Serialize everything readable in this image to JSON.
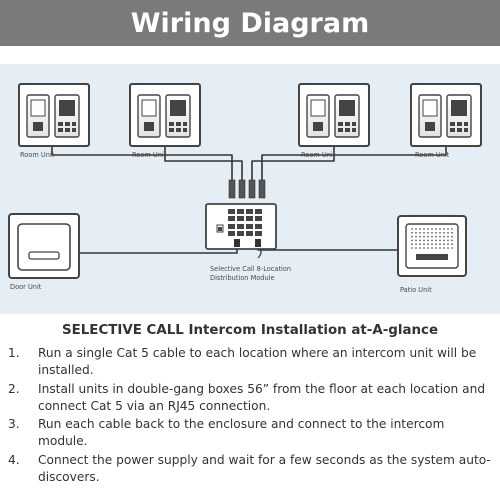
{
  "header": {
    "title": "Wiring Diagram"
  },
  "diagram": {
    "room_units": [
      {
        "label": "Room Unit"
      },
      {
        "label": "Room Unit"
      },
      {
        "label": "Room Unit"
      },
      {
        "label": "Room Unit"
      }
    ],
    "door_unit": {
      "label": "Door Unit"
    },
    "patio_unit": {
      "label": "Patio Unit"
    },
    "module": {
      "label_line1": "Selective Call 8-Location",
      "label_line2": "Distribution Module"
    }
  },
  "instructions": {
    "heading": "SELECTIVE CALL Intercom Installation at-A-glance",
    "steps": [
      {
        "num": "1.",
        "text": "Run a single Cat 5 cable to each location where an intercom unit will be installed."
      },
      {
        "num": "2.",
        "text": "Install units in double-gang boxes 56” from the floor at each location and connect Cat 5 via an RJ45 connection."
      },
      {
        "num": "3.",
        "text": "Run each cable back to the enclosure and connect to the intercom module."
      },
      {
        "num": "4.",
        "text": "Connect the power supply and wait for a few seconds as the system auto-discovers."
      }
    ]
  }
}
